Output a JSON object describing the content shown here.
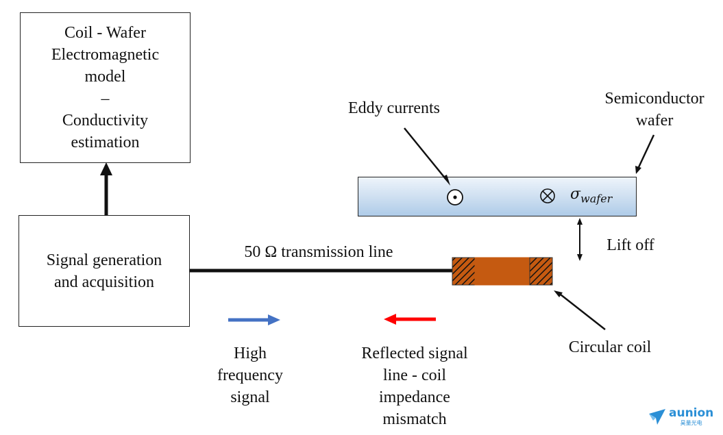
{
  "diagram": {
    "boxes": {
      "model": "Coil - Wafer\nElectromagnetic\nmodel\n–\nConductivity\nestimation",
      "signal": "Signal generation\nand acquisition"
    },
    "labels": {
      "eddy_currents": "Eddy currents",
      "semiconductor_wafer": "Semiconductor\nwafer",
      "sigma_symbol": "σ",
      "sigma_subscript": "wafer",
      "lift_off": "Lift off",
      "transmission_line": "50 Ω transmission line",
      "circular_coil": "Circular coil",
      "high_frequency_signal": "High\nfrequency\nsignal",
      "reflected_signal": "Reflected signal\nline - coil\nimpedance\nmismatch"
    },
    "colors": {
      "forward_arrow": "#4472c4",
      "reflected_arrow": "#ff0000",
      "coil_fill": "#c55a11",
      "wafer_top": "#eef4fb",
      "wafer_bottom": "#aecbe8"
    },
    "symbols": {
      "current_out": "dot-in-circle",
      "current_in": "cross-in-circle"
    },
    "watermark": {
      "brand": "aunion",
      "sub": "昊量光电"
    }
  }
}
